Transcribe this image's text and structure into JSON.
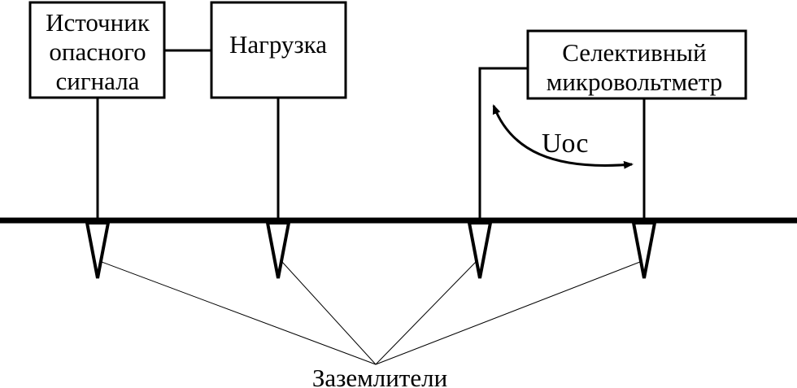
{
  "diagram": {
    "source_block": {
      "lines": [
        "Источник",
        "опасного",
        "сигнала"
      ]
    },
    "load_block": {
      "lines": [
        "Нагрузка"
      ]
    },
    "meter_block": {
      "lines": [
        "Селективный",
        "микровольтметр"
      ]
    },
    "voltage_label": "Uос",
    "electrodes_label": "Заземлители",
    "colors": {
      "stroke": "#000000",
      "background": "#ffffff"
    }
  }
}
